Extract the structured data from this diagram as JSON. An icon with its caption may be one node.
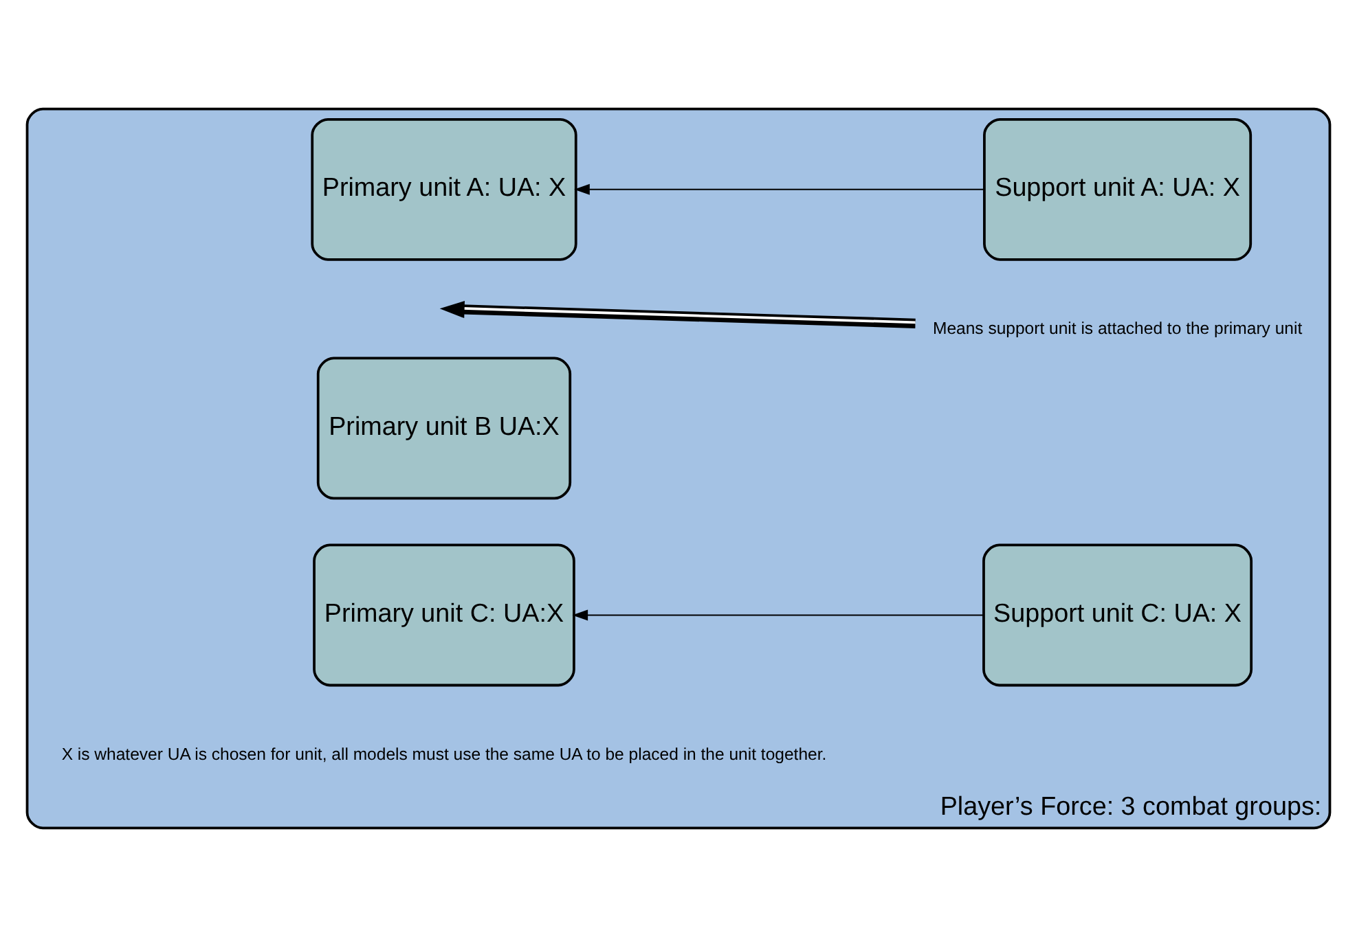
{
  "diagram": {
    "nodes": [
      {
        "text": [
          "Player’s Force: 3 combat groups:"
        ]
      },
      {
        "text": [
          "Primary unit A: UA: X"
        ],
        "in": 0
      },
      {
        "text": [
          "Support unit A: UA: X"
        ],
        "in": 0
      },
      {
        "text": [
          "Primary unit B UA:X"
        ],
        "in": 0
      },
      {
        "text": [
          "Means support unit is attached to the primary unit"
        ],
        "in": 0
      },
      {
        "text": [
          "Primary unit C: UA:X"
        ],
        "in": 0
      },
      {
        "text": [
          "Support unit C: UA: X"
        ],
        "in": 0
      }
    ],
    "edges": [
      {
        "from": 2,
        "to": 1,
        "arrow": "to"
      },
      {
        "from": 4,
        "to": null,
        "arrow": "to",
        "style": "thick",
        "color": "#ffffff"
      },
      {
        "from": 6,
        "to": 5,
        "arrow": "to"
      }
    ],
    "labels": [
      "X is whatever UA is chosen for unit, all models must use the same UA to be placed in the unit together."
    ]
  }
}
